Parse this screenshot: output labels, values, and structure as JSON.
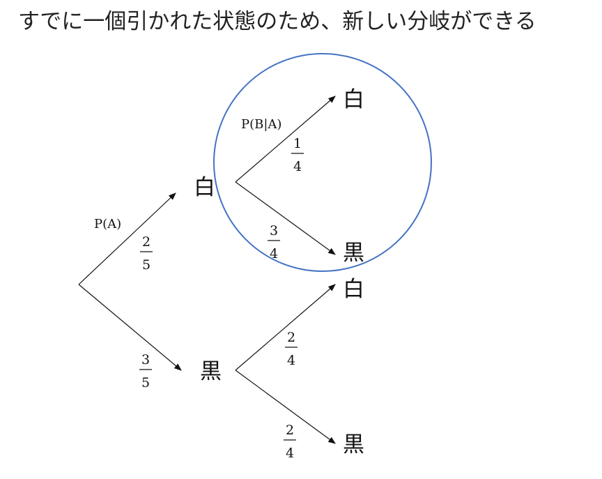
{
  "title": "すでに一個引かれた状態のため、新しい分岐ができる",
  "nodes": {
    "first_white": "白",
    "first_black": "黒",
    "ww": "白",
    "wb": "黒",
    "bw": "白",
    "bb": "黒"
  },
  "edge_labels": {
    "p_a": "P(A)",
    "p_b_given_a": "P(B|A)"
  },
  "fractions": {
    "root_to_white": {
      "num": "2",
      "den": "5"
    },
    "root_to_black": {
      "num": "3",
      "den": "5"
    },
    "white_to_white": {
      "num": "1",
      "den": "4"
    },
    "white_to_black": {
      "num": "3",
      "den": "4"
    },
    "black_to_white": {
      "num": "2",
      "den": "4"
    },
    "black_to_black": {
      "num": "2",
      "den": "4"
    }
  },
  "colors": {
    "highlight_circle": "#4472c4",
    "ink": "#111111"
  }
}
